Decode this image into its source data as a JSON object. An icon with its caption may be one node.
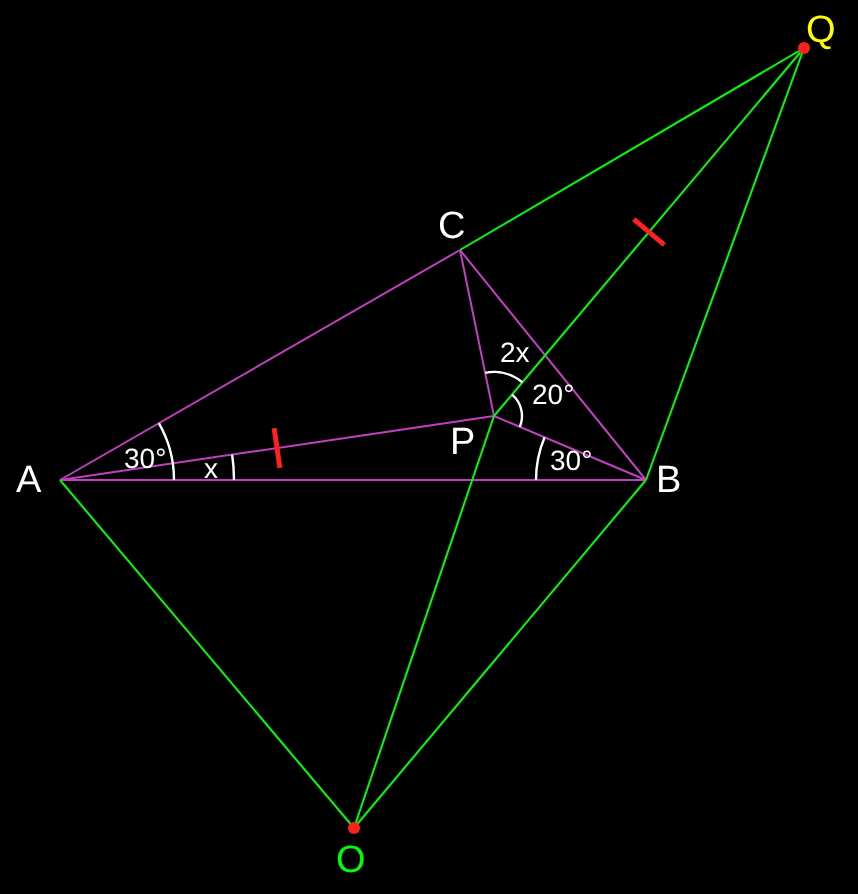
{
  "diagram": {
    "nodes": [
      {
        "text": [
          "Q"
        ]
      },
      {
        "text": [
          "C"
        ]
      },
      {
        "text": [
          "P"
        ]
      },
      {
        "text": [
          "A"
        ]
      },
      {
        "text": [
          "B"
        ]
      },
      {
        "text": [
          "O"
        ]
      }
    ],
    "edges": [
      {
        "from": 3,
        "to": 4,
        "arrow": "none"
      },
      {
        "from": 3,
        "to": 1,
        "arrow": "none"
      },
      {
        "from": 1,
        "to": 4,
        "arrow": "none"
      },
      {
        "from": 3,
        "to": 2,
        "arrow": "none"
      },
      {
        "from": 1,
        "to": 2,
        "arrow": "none"
      },
      {
        "from": 2,
        "to": 4,
        "arrow": "none"
      },
      {
        "from": 1,
        "to": 0,
        "arrow": "none",
        "color": "#00ff00"
      },
      {
        "from": 0,
        "to": 4,
        "arrow": "none",
        "color": "#00ff00"
      },
      {
        "from": 3,
        "to": 5,
        "arrow": "none",
        "color": "#00ff00"
      },
      {
        "from": 5,
        "to": 4,
        "arrow": "none",
        "color": "#00ff00"
      },
      {
        "from": 5,
        "to": 2,
        "arrow": "none",
        "color": "#00ff00"
      },
      {
        "from": 2,
        "to": 0,
        "arrow": "none",
        "color": "#00ff00"
      }
    ],
    "labels": [
      "2x",
      "20°",
      "30°",
      "x",
      "30°"
    ]
  }
}
